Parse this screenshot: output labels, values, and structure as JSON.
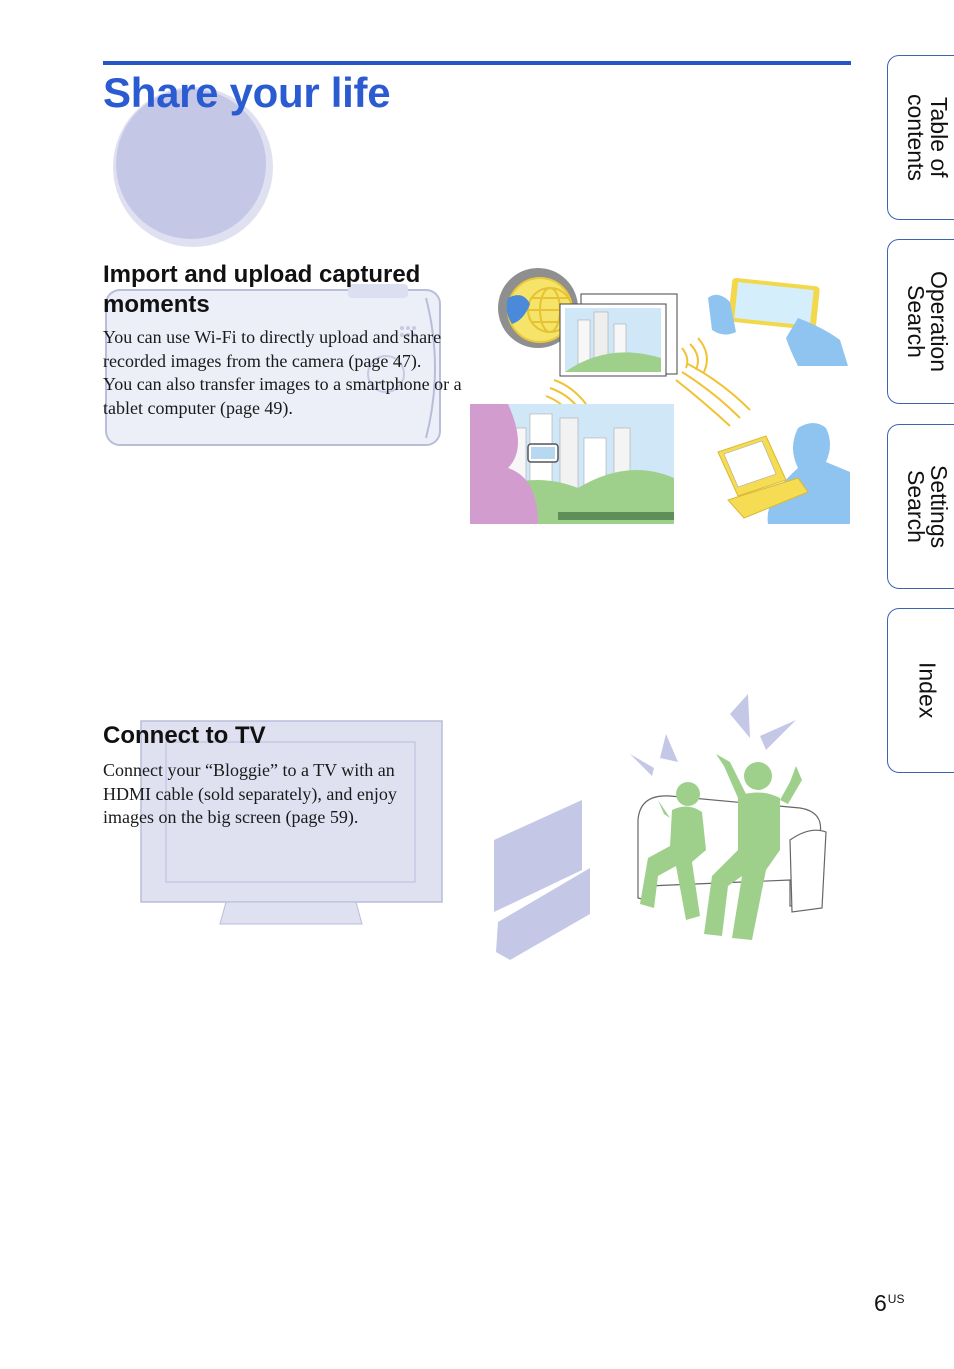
{
  "page": {
    "title": "Share your life",
    "number": "6",
    "number_suffix": "US"
  },
  "sections": [
    {
      "heading": "Import and upload captured moments",
      "paragraphs": [
        "You can use Wi-Fi to directly upload and share recorded images from the camera (page 47).",
        "You can also transfer images to a smartphone or a tablet computer (page 49)."
      ]
    },
    {
      "heading": "Connect to TV",
      "paragraphs": [
        "Connect your “Bloggie” to a TV with an HDMI cable (sold separately), and enjoy images on the big screen (page 59)."
      ]
    }
  ],
  "side_tabs": [
    {
      "label": "Table of\ncontents"
    },
    {
      "label": "Operation\nSearch"
    },
    {
      "label": "Settings\nSearch"
    },
    {
      "label": "Index"
    }
  ],
  "colors": {
    "accent": "#2b5bd0",
    "rule": "#2457c5",
    "tab_border": "#3d63b4",
    "lavender": "#c4c7e6",
    "green": "#9ed08c",
    "blue": "#8fc4f0",
    "pink": "#d39ccf",
    "yellow": "#f5dc52"
  }
}
